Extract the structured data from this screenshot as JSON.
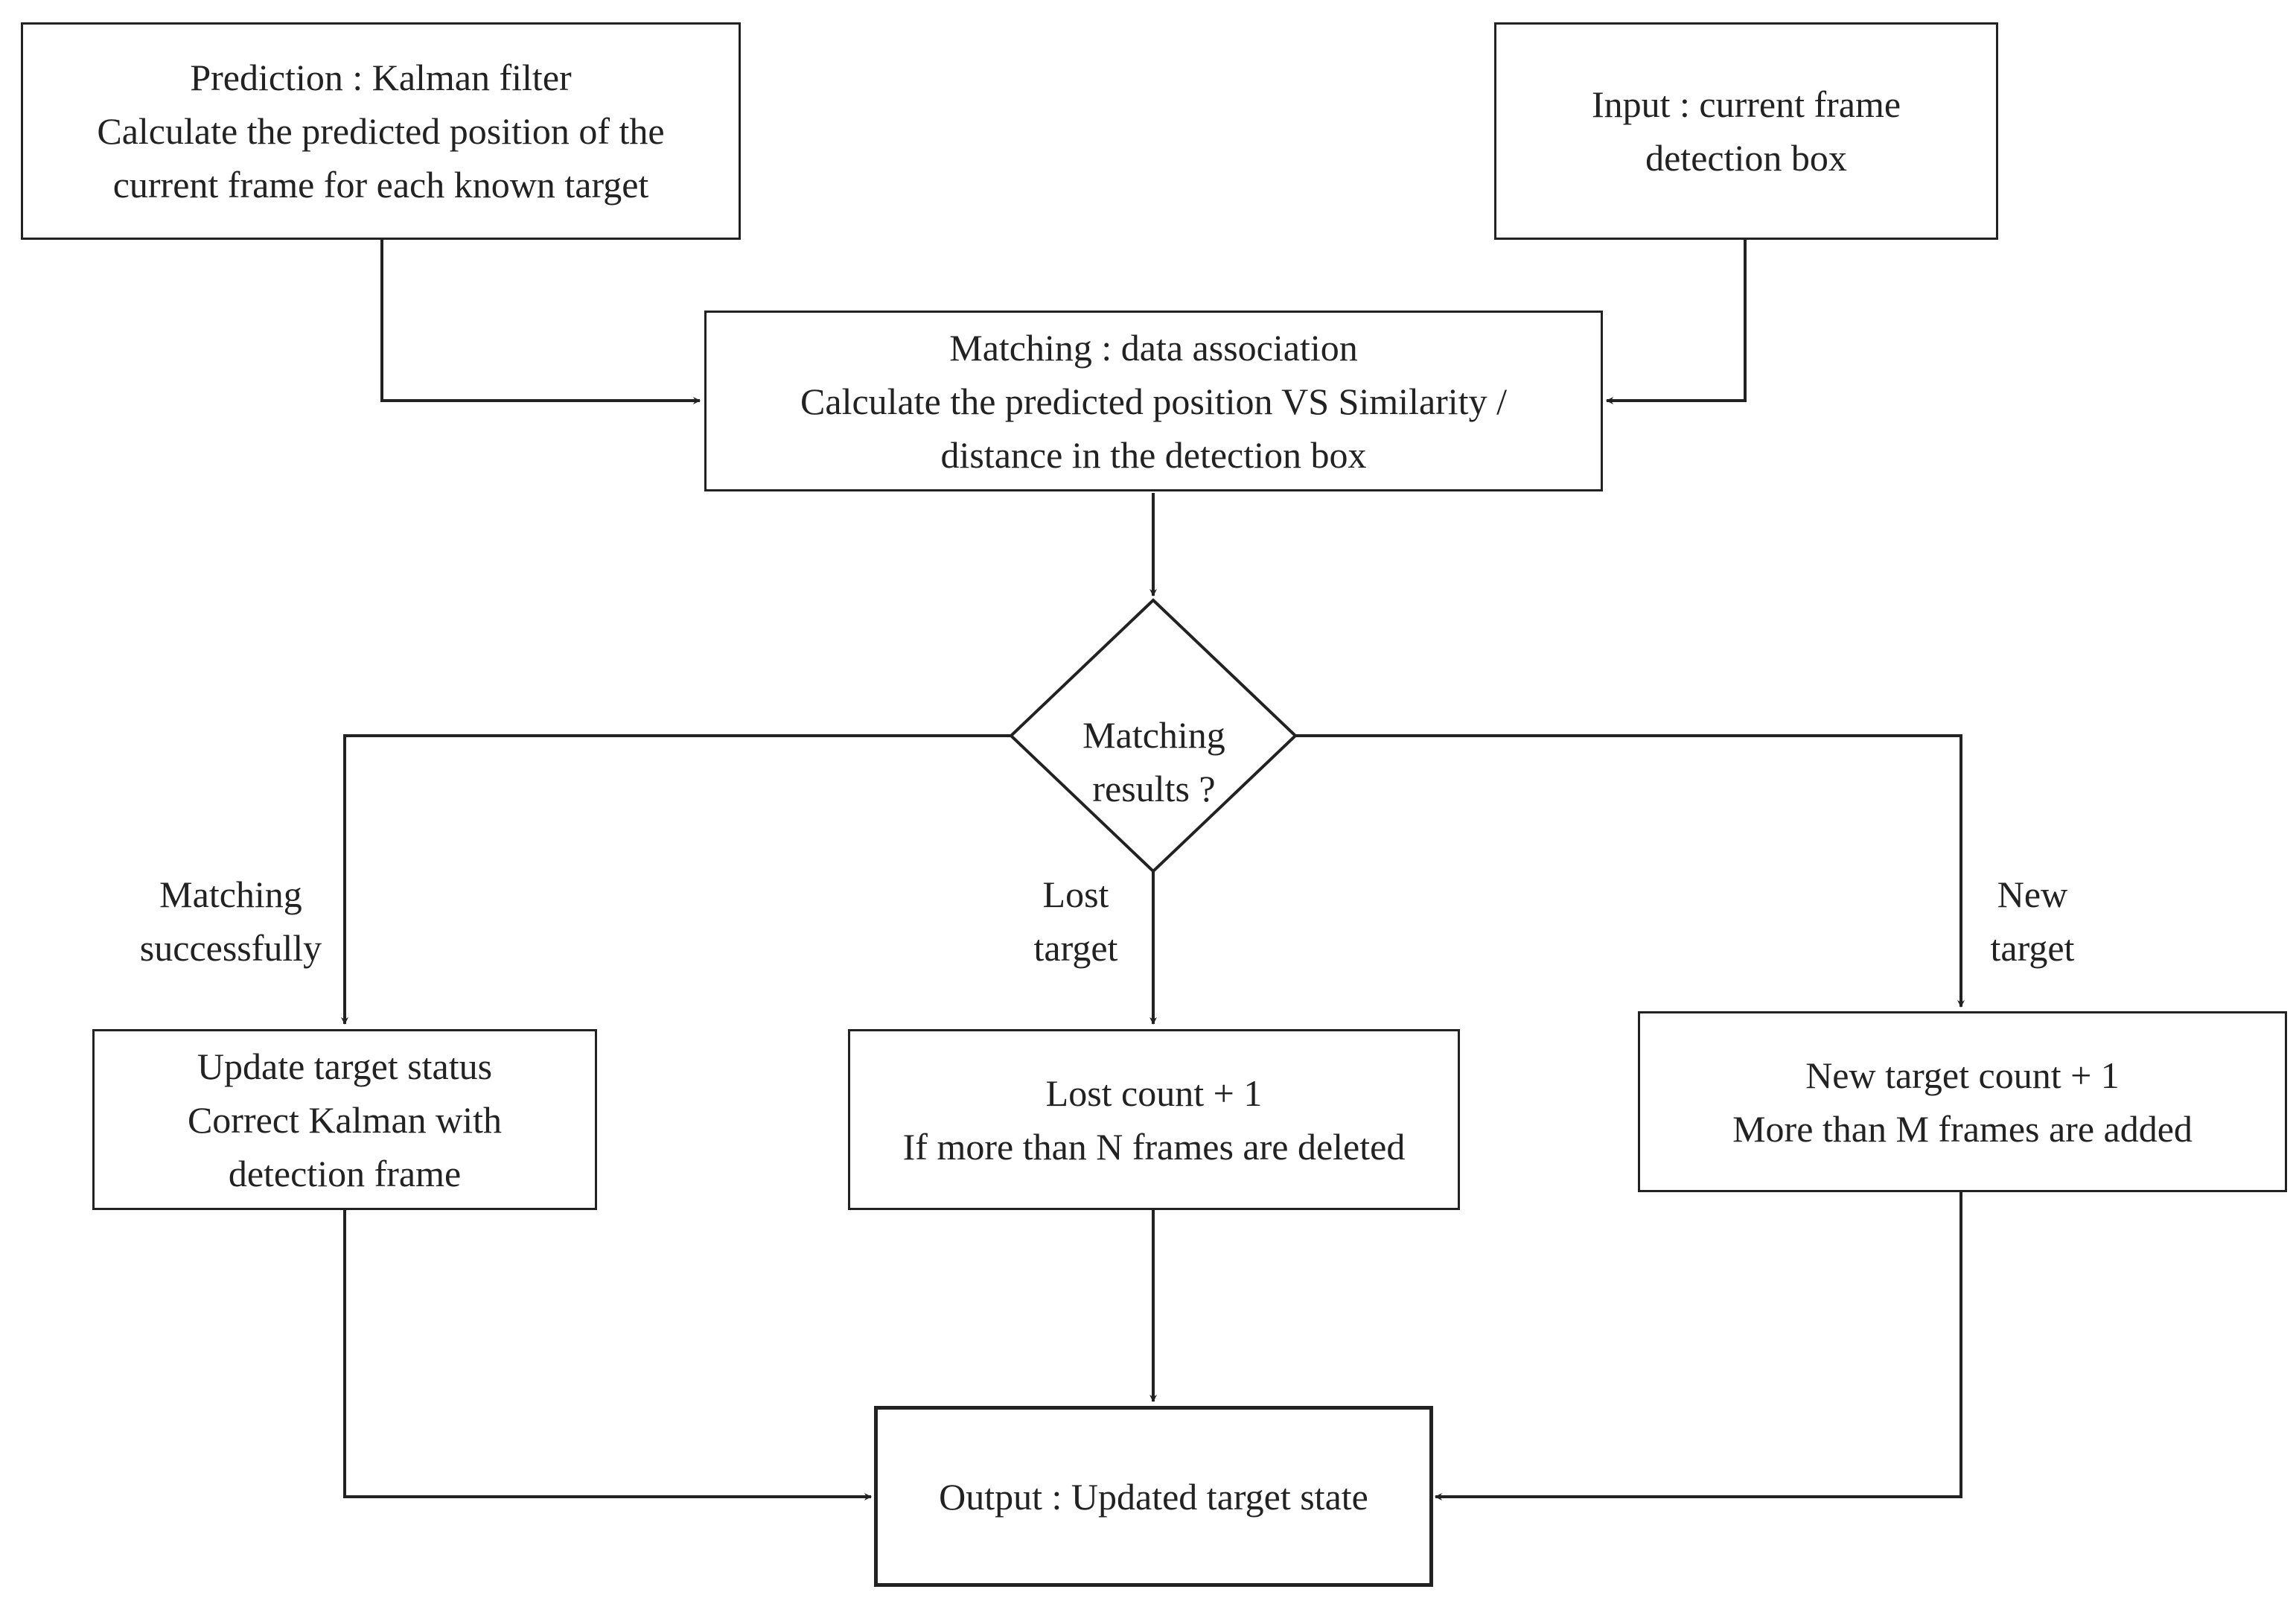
{
  "diagram": {
    "nodes": {
      "prediction": {
        "lines": [
          "Prediction : Kalman filter",
          "Calculate the predicted position of the",
          "current frame for each known target"
        ]
      },
      "input": {
        "lines": [
          "Input : current frame",
          "detection box"
        ]
      },
      "matching": {
        "lines": [
          "Matching : data association",
          "Calculate the predicted position VS Similarity /",
          "distance in the detection box"
        ]
      },
      "decision": {
        "lines": [
          "Matching",
          "results ?"
        ]
      },
      "update": {
        "lines": [
          "Update target status",
          "Correct Kalman with",
          "detection frame"
        ]
      },
      "lost": {
        "lines": [
          "Lost count + 1",
          "If more than N frames are deleted"
        ]
      },
      "new_target": {
        "lines": [
          "New target count + 1",
          "More than M frames are added"
        ]
      },
      "output": {
        "lines": [
          "Output : Updated target state"
        ]
      }
    },
    "edge_labels": {
      "matched": [
        "Matching",
        "successfully"
      ],
      "lost": [
        "Lost",
        "target"
      ],
      "new": [
        "New",
        "target"
      ]
    }
  }
}
